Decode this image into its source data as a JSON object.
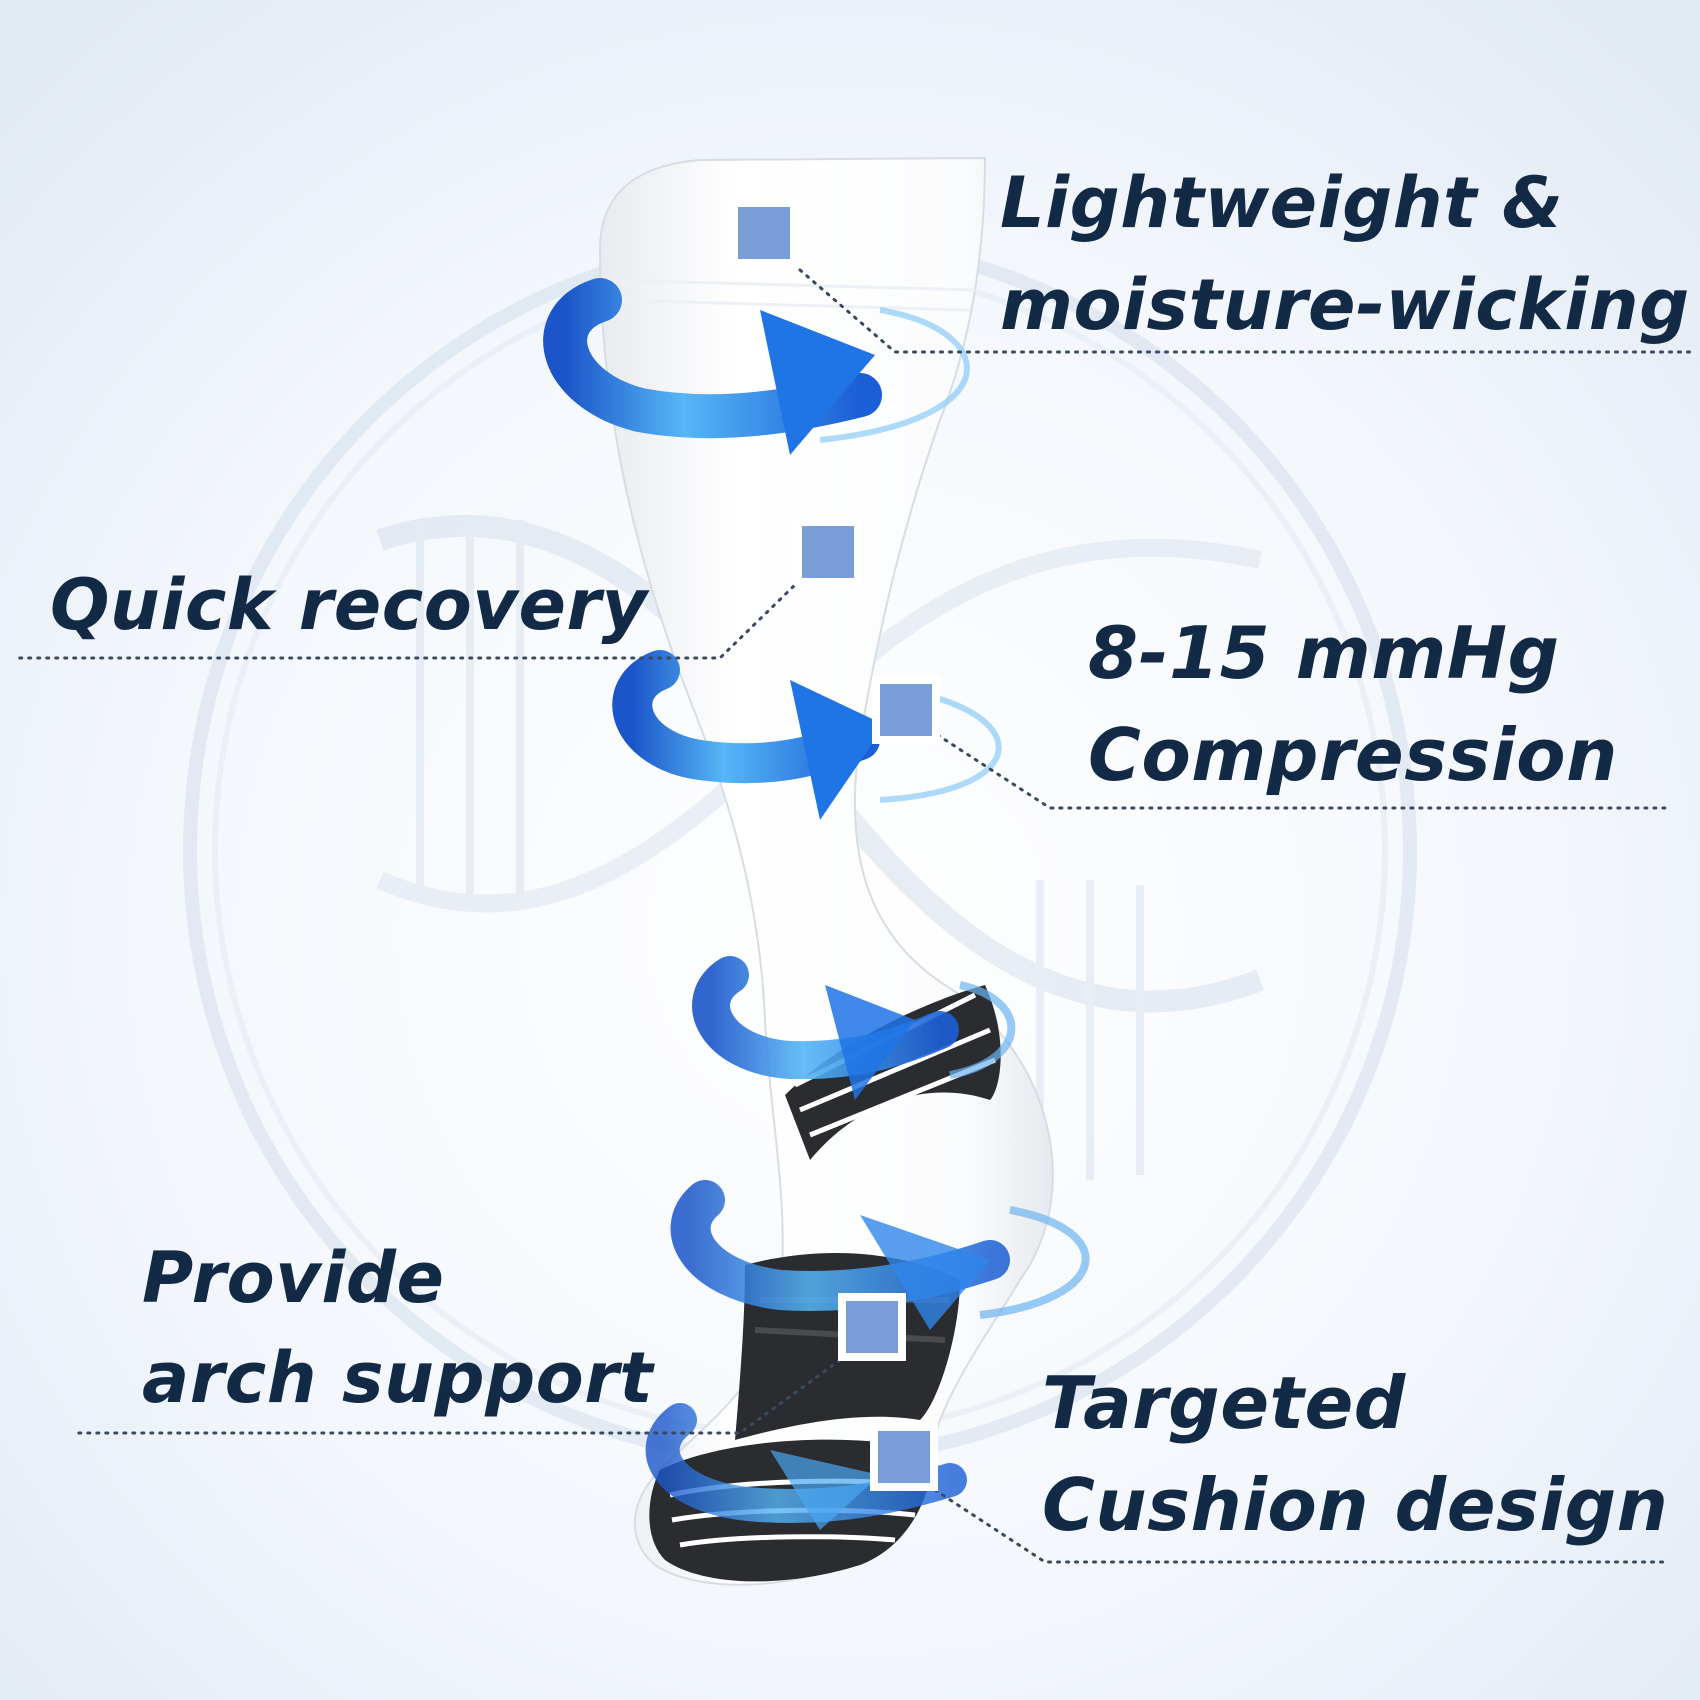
{
  "colors": {
    "background": "#eef3f9",
    "label_text": "#132a46",
    "marker_fill": "#7a9fd8",
    "marker_border": "#ffffff",
    "arrow_light": "#5fb4f4",
    "arrow_dark": "#1b5fd6",
    "sock_white": "#ffffff",
    "sock_black": "#2b2c30",
    "dotted_line": "#3a4960"
  },
  "icons": [
    "compression-arrow-icon",
    "feature-marker-icon"
  ],
  "features": [
    {
      "id": "lightweight",
      "lines": [
        "Lightweight &",
        "moisture-wicking"
      ]
    },
    {
      "id": "quick",
      "lines": [
        "Quick recovery"
      ]
    },
    {
      "id": "compression",
      "lines": [
        "8-15 mmHg",
        "Compression"
      ]
    },
    {
      "id": "arch",
      "lines": [
        "Provide",
        "arch support"
      ]
    },
    {
      "id": "cushion",
      "lines": [
        "Targeted",
        "Cushion design"
      ]
    }
  ]
}
